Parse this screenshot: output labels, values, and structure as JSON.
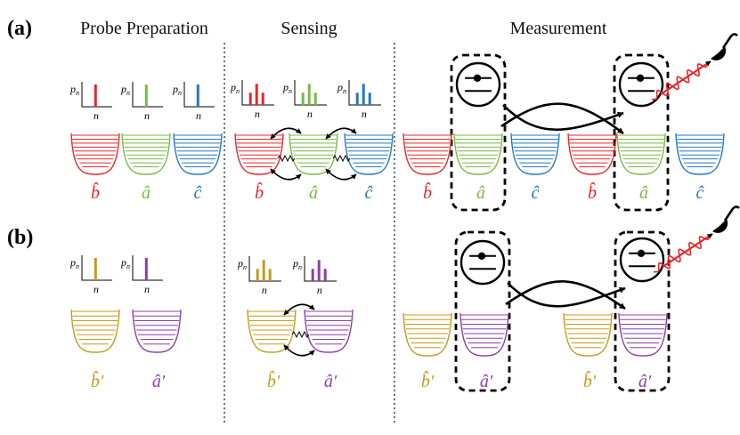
{
  "headers": {
    "probe": "Probe Preparation",
    "sensing": "Sensing",
    "measurement": "Measurement"
  },
  "panels": {
    "a": "(a)",
    "b": "(b)"
  },
  "axis": {
    "y": "p",
    "y_sub": "n",
    "x": "n"
  },
  "modes": {
    "b": "b̂",
    "a": "â",
    "c": "ĉ",
    "b_prime": "b̂′",
    "a_prime": "â′"
  },
  "colors": {
    "b": "#e8262a",
    "a": "#79b947",
    "c": "#2577c1",
    "b_prime": "#c79a1c",
    "a_prime": "#8b3fa6",
    "photon": "#e8262a",
    "ink": "#000000"
  },
  "icons": {
    "qubit": "two-level-atom-icon",
    "detector": "photodetector-icon",
    "photon": "photon-wave-icon",
    "coupling": "spring-coupling-icon"
  },
  "distributions": {
    "prep": [
      1
    ],
    "sense": [
      0.55,
      0.95,
      0.55
    ]
  }
}
